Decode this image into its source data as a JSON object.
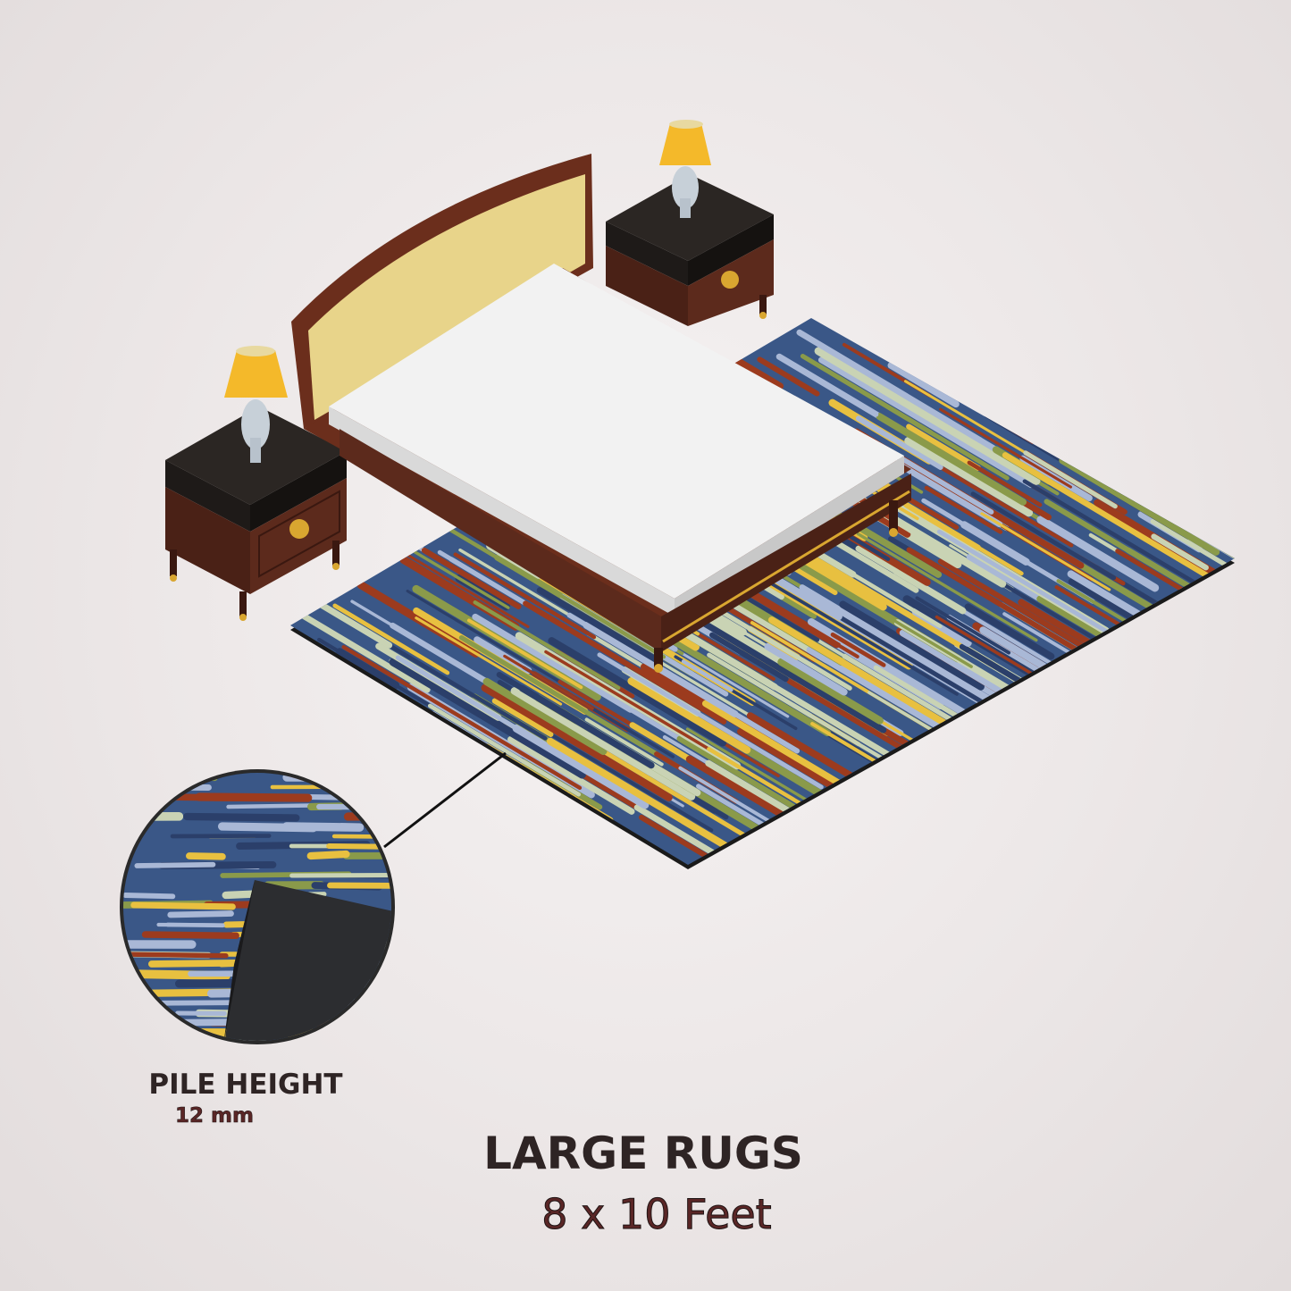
{
  "pile_height": {
    "label": "PILE HEIGHT",
    "value": "12 mm"
  },
  "product": {
    "title": "LARGE RUGS",
    "size": "8 x 10 Feet"
  },
  "colors": {
    "rug_base": "#3a5787",
    "stripe_colors": [
      "#a9b8d6",
      "#e8c040",
      "#9c3b1e",
      "#8a9a4a",
      "#c9d3b4",
      "#2b3f6a"
    ],
    "wood": "#5c2a1c",
    "nightstand_top": "#2b2623",
    "headboard_panel": "#e8d48a",
    "text_dark": "#2e2424",
    "text_brown": "#5a2626"
  }
}
